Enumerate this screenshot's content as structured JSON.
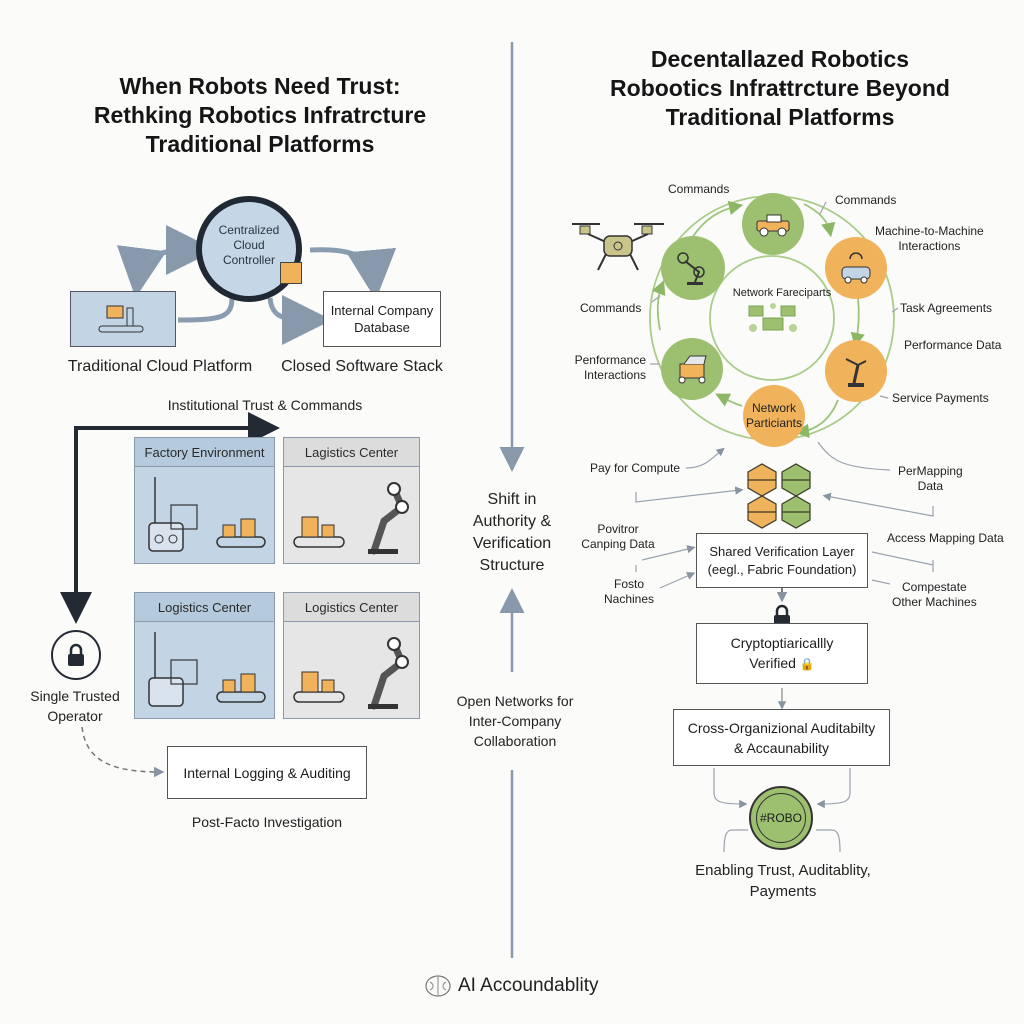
{
  "left": {
    "title_lines": [
      "When Robots Need Trust:",
      "Rethking Robotics Infratrcture",
      "Traditional Platforms"
    ],
    "controller_label": [
      "Centralized",
      "Cloud",
      "Controller"
    ],
    "database_label": [
      "Internal Company",
      "Database"
    ],
    "traditional_cloud_label": "Traditional Cloud Platform",
    "closed_stack_label": "Closed Software Stack",
    "institutional_trust_label": "Institutional Trust & Commands",
    "panels": [
      {
        "title": "Factory Environment",
        "style": "blue"
      },
      {
        "title": "Lagistics Center",
        "style": "grey"
      },
      {
        "title": "Logistics Center",
        "style": "blue"
      },
      {
        "title": "Logistics Center",
        "style": "grey"
      }
    ],
    "operator_label": [
      "Single Trusted",
      "Operator"
    ],
    "logging_label": "Internal Logging & Auditing",
    "post_facto_label": "Post-Facto Investigation"
  },
  "center": {
    "shift_label": [
      "Shift in",
      "Authority &",
      "Verification",
      "Structure"
    ],
    "open_networks_label": [
      "Open Networks for",
      "Inter-Company",
      "Collaboration"
    ]
  },
  "right": {
    "title_lines": [
      "Decentallazed Robotics",
      "Robootics Infraŧtrcture Beyond",
      "Traditional Platforms"
    ],
    "ring_labels": {
      "commands_top": "Commands",
      "commands_right": "Commands",
      "m2m": [
        "Machine-to-Machine",
        "Interactions"
      ],
      "commands_left": "Commands",
      "task_agreements": "Task Agreements",
      "performance_interactions": [
        "Penformance",
        "Interactions"
      ],
      "performance_data": "Performance Data",
      "service_payments": "Service Payments",
      "network_center": "Network Fareciparts",
      "network_participants": [
        "Network",
        "Particiants"
      ]
    },
    "flow_labels": {
      "pay_for_compute": "Pay for Compute",
      "per_mapping": [
        "PerMapping",
        "Data"
      ],
      "povitror": [
        "Povitror",
        "Canping Data"
      ],
      "access_mapping": "Access Mapping Data",
      "fosto": [
        "Fosto",
        "Nachines"
      ],
      "compestate": [
        "Compestate",
        "Other Machines"
      ]
    },
    "shared_layer": [
      "Shared Verification Layer",
      "(eegl., Fabric Foundation)"
    ],
    "crypto_box": [
      "Cryptoptiaricallly",
      "Verified"
    ],
    "cross_org": [
      "Cross-Organizional Auditabilty",
      "& Accaunability"
    ],
    "token": "#ROBO",
    "enabling": [
      "Enabling Trust, Auditablity,",
      "Payments"
    ]
  },
  "footer": {
    "label": "AI Accoundablity",
    "icon": "brain-icon"
  },
  "colors": {
    "green": "#9cc06f",
    "orange": "#f0b25a",
    "panel_blue": "#c3d5e5",
    "arrow_grey": "#8799ab",
    "dark": "#232a33"
  }
}
